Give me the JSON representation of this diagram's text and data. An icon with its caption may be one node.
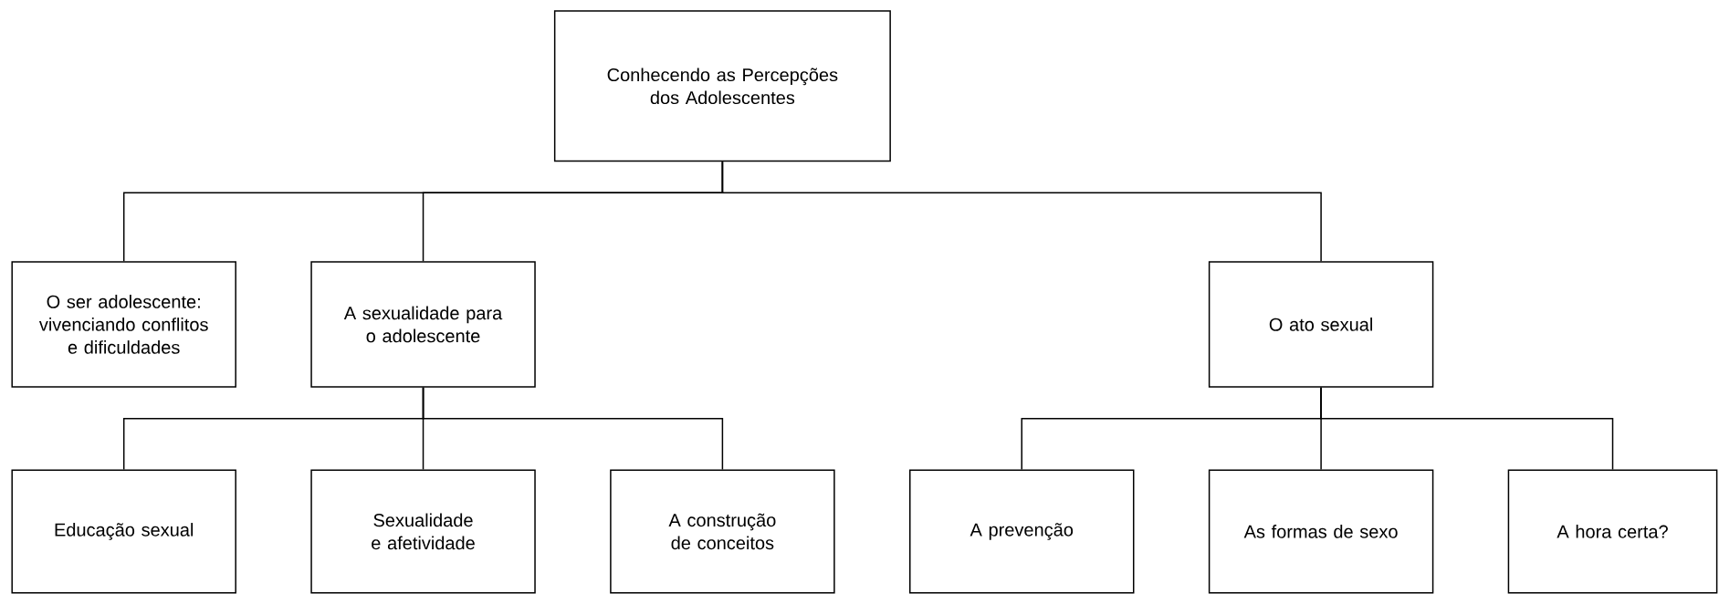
{
  "diagram": {
    "nodes": [
      {
        "text": [
          "Conhecendo as Percepções dos Adolescentes"
        ]
      },
      {
        "text": [
          "O ser adolescente: vivenciando conflitos e dificuldades"
        ]
      },
      {
        "text": [
          "A sexualidade para o adolescente"
        ]
      },
      {
        "text": [
          "O ato sexual"
        ]
      },
      {
        "text": [
          "Educação sexual"
        ]
      },
      {
        "text": [
          "Sexualidade e afetividade"
        ]
      },
      {
        "text": [
          "A construção de conceitos"
        ]
      },
      {
        "text": [
          "A prevenção"
        ]
      },
      {
        "text": [
          "As formas de sexo"
        ]
      },
      {
        "text": [
          "A hora certa?"
        ]
      }
    ],
    "edges": [
      {
        "from": 0,
        "to": 1,
        "arrow": "none"
      },
      {
        "from": 0,
        "to": 2,
        "arrow": "none"
      },
      {
        "from": 0,
        "to": 3,
        "arrow": "none"
      },
      {
        "from": 2,
        "to": 4,
        "arrow": "none"
      },
      {
        "from": 2,
        "to": 5,
        "arrow": "none"
      },
      {
        "from": 2,
        "to": 6,
        "arrow": "none"
      },
      {
        "from": 3,
        "to": 7,
        "arrow": "none"
      },
      {
        "from": 3,
        "to": 8,
        "arrow": "none"
      },
      {
        "from": 3,
        "to": 9,
        "arrow": "none"
      }
    ]
  }
}
